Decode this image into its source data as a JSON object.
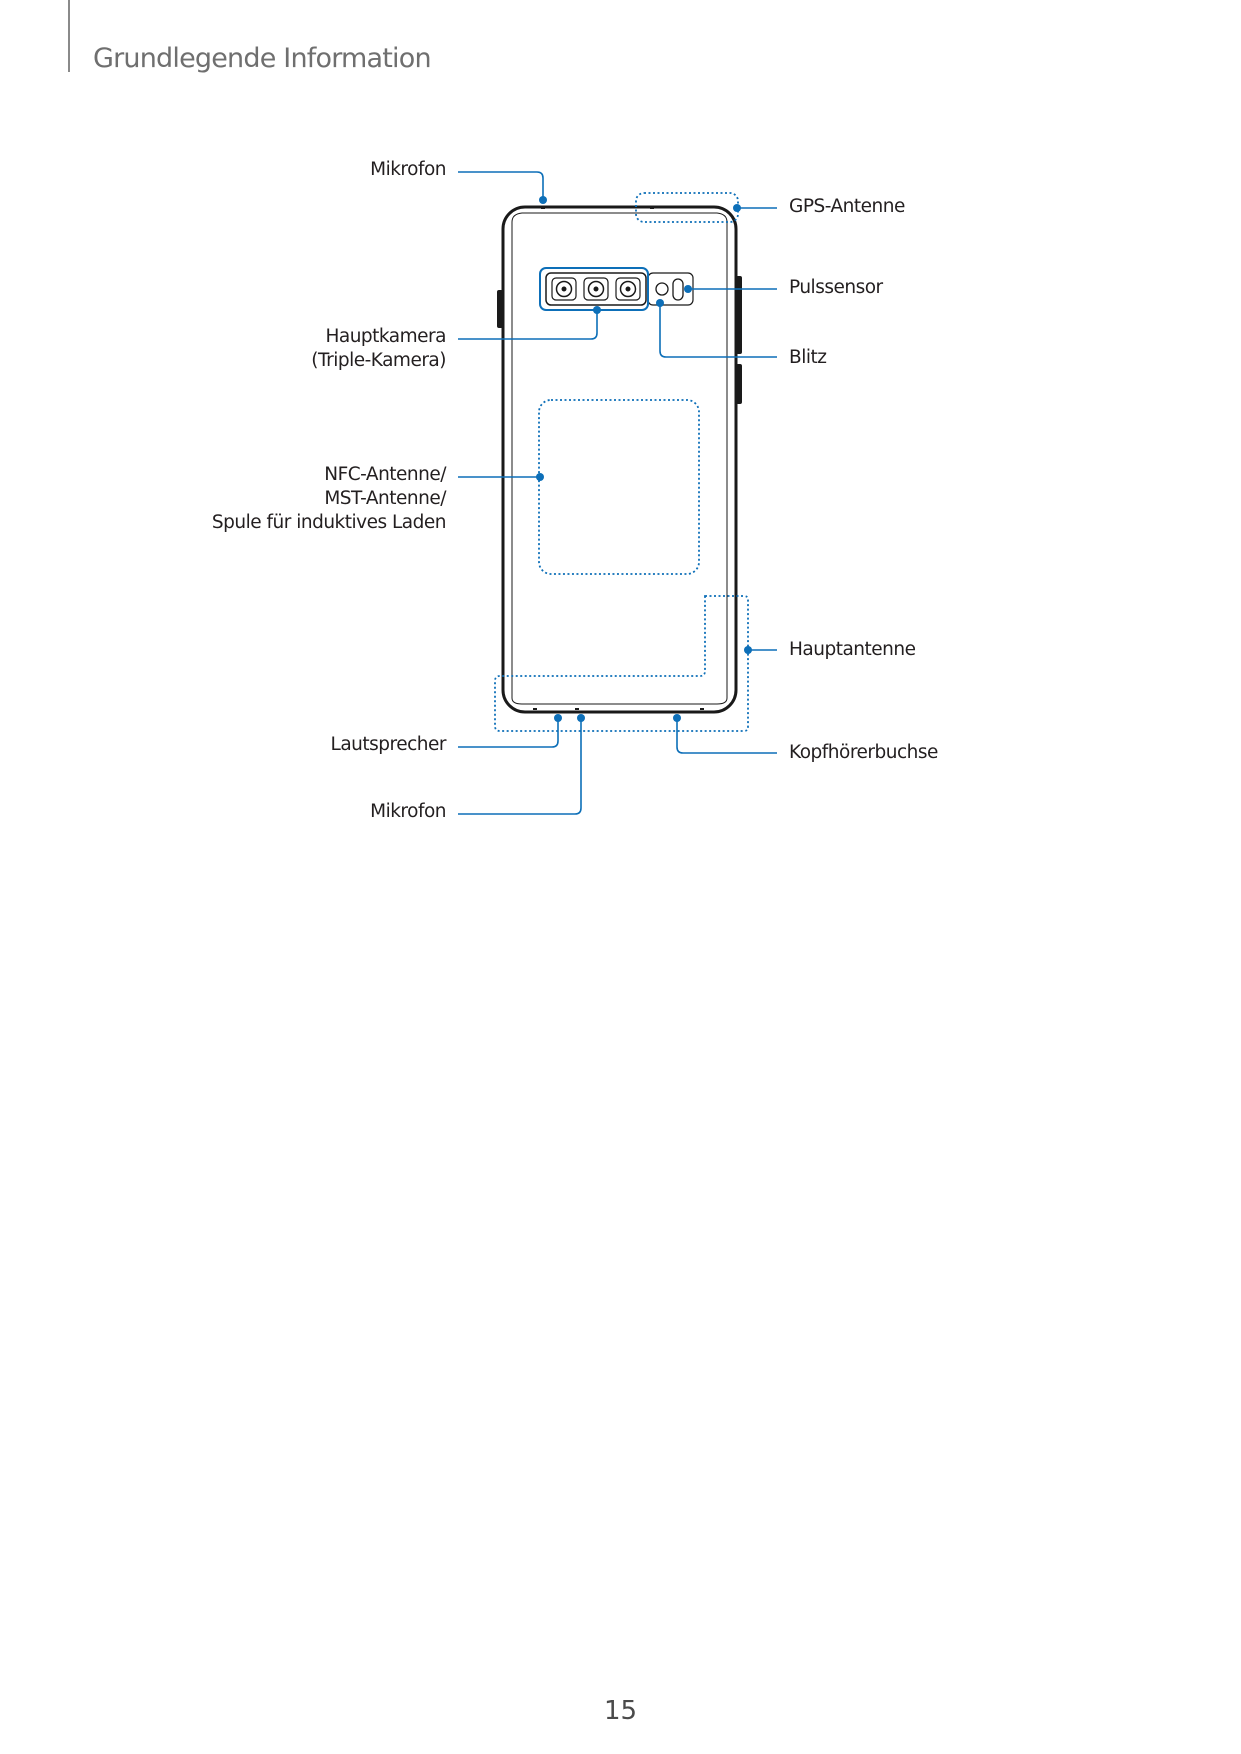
{
  "header": {
    "section_title": "Grundlegende Information"
  },
  "figure": {
    "callouts_left": {
      "mikrofon_top": "Mikrofon",
      "hauptkamera_line1": "Hauptkamera",
      "hauptkamera_line2": "(Triple-Kamera)",
      "nfc_line1": "NFC-Antenne/",
      "nfc_line2": "MST-Antenne/",
      "nfc_line3": "Spule für induktives Laden",
      "lautsprecher": "Lautsprecher",
      "mikrofon_bottom": "Mikrofon"
    },
    "callouts_right": {
      "gps": "GPS-Antenne",
      "pulssensor": "Pulssensor",
      "blitz": "Blitz",
      "hauptantenne": "Hauptantenne",
      "kopfhoerer": "Kopfhörerbuchse"
    },
    "colors": {
      "accent": "#0d6fb8",
      "outline": "#1a1a1a",
      "body": "#ffffff"
    }
  },
  "footer": {
    "page_number": "15"
  }
}
